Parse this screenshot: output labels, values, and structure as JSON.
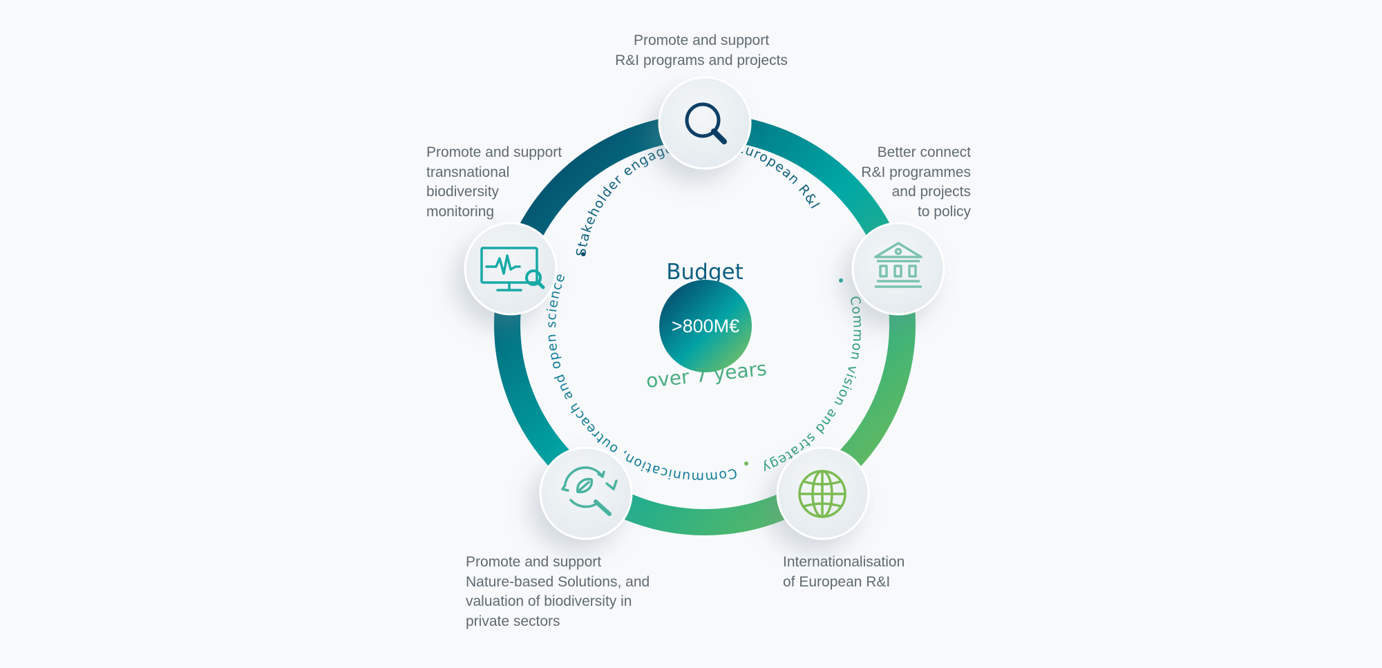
{
  "center": {
    "budget_label": "Budget",
    "amount": ">800M€",
    "period": "over 7 years"
  },
  "arc_texts": {
    "top": "Stakeholder engagement in European R&I",
    "right": "Common vision and strategy",
    "bottom": "Communication, outreach and open science"
  },
  "labels": {
    "top": [
      "Promote and support",
      "R&I programs and projects"
    ],
    "left": [
      "Promote and support",
      "transnational",
      "biodiversity",
      "monitoring"
    ],
    "right": [
      "Better connect",
      "R&I programmes",
      "and projects",
      "to policy"
    ],
    "bottom_left": [
      "Promote and support",
      "Nature-based Solutions, and",
      "valuation of biodiversity in",
      "private sectors"
    ],
    "bottom_right": [
      "Internationalisation",
      "of European R&I"
    ]
  },
  "nodes": [
    {
      "icon": "magnifier-icon",
      "color": "#0d3f66"
    },
    {
      "icon": "monitor-pulse-icon",
      "color": "#17a9a6"
    },
    {
      "icon": "institution-building-icon",
      "color": "#7cc3ad"
    },
    {
      "icon": "nature-search-icon",
      "color": "#4ab3a0"
    },
    {
      "icon": "globe-icon",
      "color": "#7bbb52"
    }
  ],
  "colors": {
    "navy": "#053a5f",
    "teal": "#00a7a5",
    "green": "#7bbf4d",
    "text_gray": "#5f6a70"
  }
}
